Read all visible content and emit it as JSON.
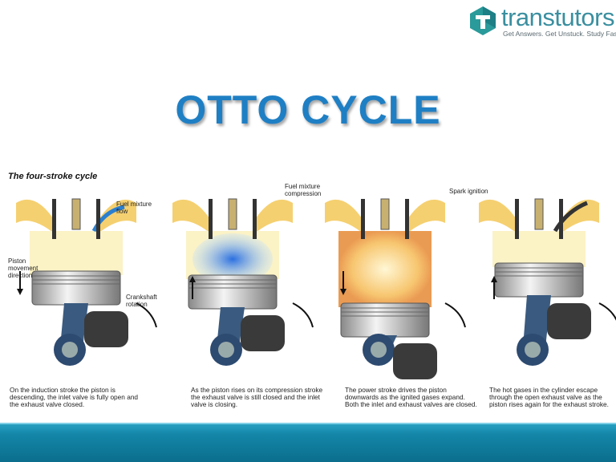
{
  "logo": {
    "name": "transtutors",
    "tagline": "Get Answers. Get Unstuck. Study Faster",
    "color": "#3a8fa0"
  },
  "title": "OTTO CYCLE",
  "diagram": {
    "heading": "The four-stroke cycle",
    "labels": {
      "fuel_flow": "Fuel mixture flow",
      "piston_direction": "Piston movement direction",
      "crankshaft": "Crankshaft rotation",
      "compression": "Fuel mixture compression",
      "spark": "Spark ignition"
    },
    "strokes": [
      {
        "caption": "On the induction stroke the piston is descending, the inlet valve is fully open and the exhaust valve closed.",
        "arrow": "down"
      },
      {
        "caption": "As the piston rises on its compression stroke the exhaust valve is still closed and the inlet valve is closing.",
        "arrow": "up"
      },
      {
        "caption": "The power stroke drives the piston downwards as the ignited gases expand. Both the inlet and exhaust valves are closed.",
        "arrow": "down"
      },
      {
        "caption": "The hot gases in the cylinder escape through the open exhaust valve as the piston rises again for the exhaust stroke.",
        "arrow": "up"
      }
    ]
  },
  "colors": {
    "title": "#1f7fc4",
    "footer": "#1486a8"
  }
}
